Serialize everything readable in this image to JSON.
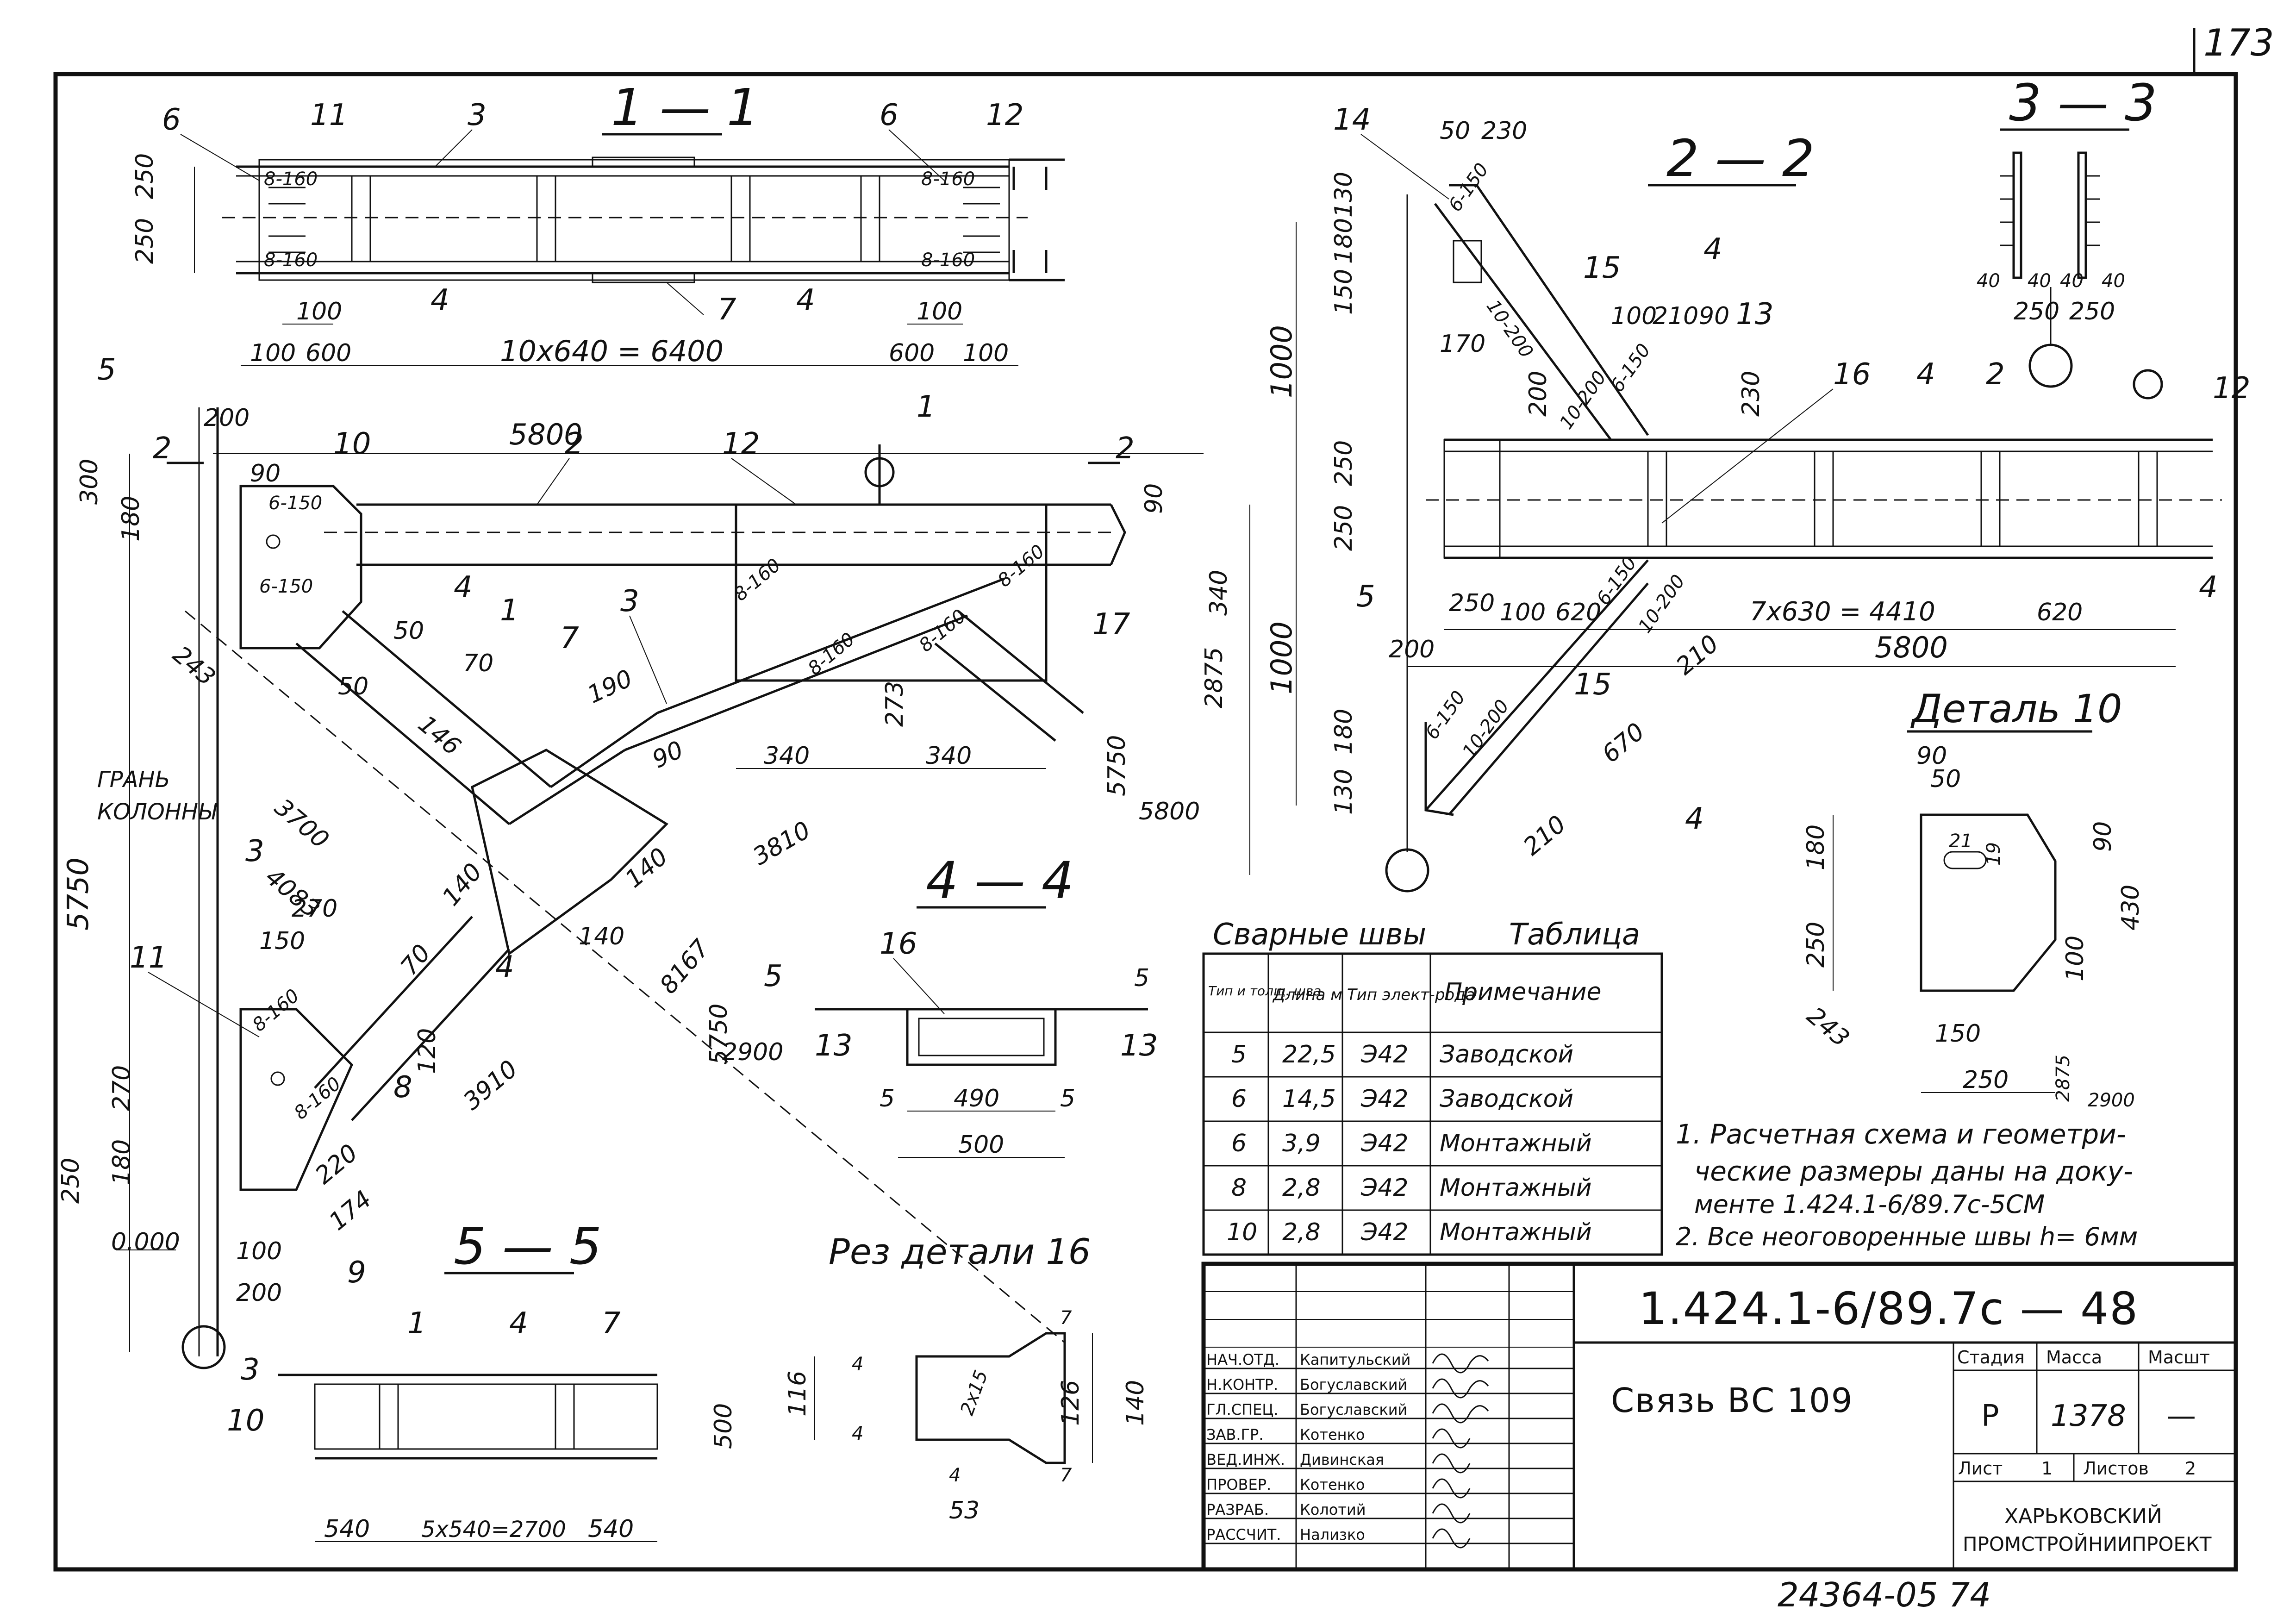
{
  "sheet_number": "173",
  "bottom_code": "24364-05  74",
  "sections": {
    "s11": "1 — 1",
    "s22": "2 — 2",
    "s33": "3 — 3",
    "s44": "4 — 4",
    "s55": "5 — 5",
    "detail10": "Деталь 10",
    "cut16": "Рез  детали 16"
  },
  "s11_dims": {
    "h1": "250",
    "h2": "250",
    "a": "100",
    "b": "600",
    "span": "10x640 = 6400",
    "c": "600",
    "d": "100",
    "e": "100",
    "f": "100",
    "pitch_tl": "8-160",
    "pitch_bl": "8-160",
    "pitch_tr": "8-160",
    "pitch_br": "8-160",
    "pos6a": "6",
    "pos11": "11",
    "pos3": "3",
    "pos6b": "6",
    "pos12": "12",
    "pos4a": "4",
    "pos7": "7",
    "pos4b": "4"
  },
  "main_view": {
    "d200": "200",
    "d5800": "5800",
    "d300": "300",
    "d180": "180",
    "d90": "90",
    "d5750": "5750",
    "d243": "243",
    "d3700": "3700",
    "d4083": "4083",
    "d146": "146",
    "d50a": "50",
    "d50b": "50",
    "d70": "70",
    "d190": "190",
    "d90b": "90",
    "d140a": "140",
    "d140b": "140",
    "d140c": "140",
    "d70b": "70",
    "d3810": "3810",
    "d8167": "8167",
    "d3910": "3910",
    "d340a": "340",
    "d340b": "340",
    "d340v": "340",
    "d2875": "2875",
    "d5750r": "5750",
    "d5800r": "5800",
    "d273": "273",
    "d90r": "90",
    "d270": "270",
    "d150": "150",
    "d270v": "270",
    "d180v": "180",
    "d250v": "250",
    "d120": "120",
    "d220": "220",
    "d174": "174",
    "d100": "100",
    "d200b": "200",
    "zero": "0.000",
    "d5750b": "5750",
    "d2900": "2900",
    "face": "ГРАНЬ\nКОЛОННЫ",
    "pitch1": "6-150",
    "pitch2": "6-150",
    "pitch3": "8-160",
    "pitch4": "8-160",
    "pitch5": "8-160",
    "pitch6": "8-160",
    "pitch7": "8-160",
    "pitch8": "8-160",
    "pos10": "10",
    "pos2": "2",
    "pos12": "12",
    "pos4": "4",
    "pos1": "1",
    "pos7": "7",
    "pos3": "3",
    "pos17": "17",
    "pos11": "11",
    "pos8": "8",
    "pos9": "9",
    "pos4b": "4",
    "pos3b": "3",
    "cut1": "1",
    "cut1b": "1",
    "cut2": "2",
    "cut2b": "2",
    "cut5": "5",
    "cut5b": "5",
    "cut3": "3",
    "cut3b": "3"
  },
  "s22_dims": {
    "d50": "50",
    "d230": "230",
    "d130": "130",
    "d180": "180",
    "d150": "150",
    "d1000a": "1000",
    "d170": "170",
    "d200": "200",
    "d250a": "250",
    "d250b": "250",
    "d1000b": "1000",
    "d180b": "180",
    "d130b": "130",
    "d100": "100",
    "d210": "210",
    "d90": "90",
    "d230b": "230",
    "d250c": "250",
    "d100b": "100",
    "d620a": "620",
    "span": "7x630 = 4410",
    "d620b": "620",
    "d5800": "5800",
    "d670": "670",
    "d210b": "210",
    "d210c": "210",
    "d200b": "200",
    "pitch1": "6-150",
    "pitch2": "10-200",
    "pitch3": "6-150",
    "pitch4": "10-200",
    "pitch5": "6-150",
    "pitch6": "10-200",
    "pitch7": "6-150",
    "pitch8": "10-200",
    "pos14": "14",
    "pos15": "15",
    "pos13": "13",
    "pos16": "16",
    "pos4": "4",
    "pos2": "2",
    "pos12": "12",
    "pos5": "5",
    "pos15b": "15",
    "pos4b": "4",
    "cut4": "4",
    "cut4b": "4"
  },
  "s33_dims": {
    "d40a": "40",
    "d40b": "40",
    "d40c": "40",
    "d40d": "40",
    "d250a": "250",
    "d250b": "250"
  },
  "s44_dims": {
    "d490": "490",
    "d500": "500",
    "d5a": "5",
    "d5b": "5",
    "pos16": "16",
    "pos13a": "13",
    "pos13b": "13",
    "d5c": "5"
  },
  "s55_dims": {
    "d540a": "540",
    "span": "5x540=2700",
    "d540b": "540",
    "d500": "500",
    "pos1": "1",
    "pos4": "4",
    "pos7": "7",
    "pos10": "10"
  },
  "detail10_dims": {
    "d90": "90",
    "d50": "50",
    "d21": "21",
    "d19": "19",
    "d90b": "90",
    "d180": "180",
    "d250": "250",
    "d430": "430",
    "d100": "100",
    "d243": "243",
    "d150": "150",
    "d250b": "250",
    "d2875": "2875",
    "d2900": "2900"
  },
  "cut16_dims": {
    "d116": "116",
    "d126": "126",
    "d140": "140",
    "d4a": "4",
    "d4b": "4",
    "d4c": "4",
    "d7a": "7",
    "d7b": "7",
    "d53": "53",
    "weld": "2x15"
  },
  "weld_table": {
    "heading": "Сварные швы",
    "caption": "Таблица",
    "headers": [
      "Тип и толщ. шва",
      "Длина м",
      "Тип элект-рода",
      "Примечание"
    ],
    "rows": [
      [
        "5",
        "22,5",
        "Э42",
        "Заводской"
      ],
      [
        "6",
        "14,5",
        "Э42",
        "Заводской"
      ],
      [
        "6",
        "3,9",
        "Э42",
        "Монтажный"
      ],
      [
        "8",
        "2,8",
        "Э42",
        "Монтажный"
      ],
      [
        "10",
        "2,8",
        "Э42",
        "Монтажный"
      ]
    ]
  },
  "notes": [
    "1. Расчетная схема и геометри-",
    "ческие размеры даны на доку-",
    "менте  1.424.1-6/89.7с-5СМ",
    "2. Все неоговоренные швы h= 6мм"
  ],
  "title_block": {
    "code": "1.424.1-6/89.7с — 48",
    "name": "Связь  ВС 109",
    "stage_label": "Стадия",
    "mass_label": "Масса",
    "scale_label": "Масшт",
    "stage": "Р",
    "mass": "1378",
    "scale": "—",
    "sheet_label": "Лист",
    "sheet": "1",
    "sheets_label": "Листов",
    "sheets": "2",
    "org1": "ХАРЬКОВСКИЙ",
    "org2": "ПРОМСТРОЙНИИПРОЕКТ",
    "people": [
      [
        "НАЧ.ОТД.",
        "Капитульский"
      ],
      [
        "Н.КОНТР.",
        "Богуславский"
      ],
      [
        "ГЛ.СПЕЦ.",
        "Богуславский"
      ],
      [
        "ЗАВ.ГР.",
        "Котенко"
      ],
      [
        "ВЕД.ИНЖ.",
        "Дивинская"
      ],
      [
        "ПРОВЕР.",
        "Котенко"
      ],
      [
        "РАЗРАБ.",
        "Колотий"
      ],
      [
        "РАССЧИТ.",
        "Нализко"
      ]
    ]
  }
}
